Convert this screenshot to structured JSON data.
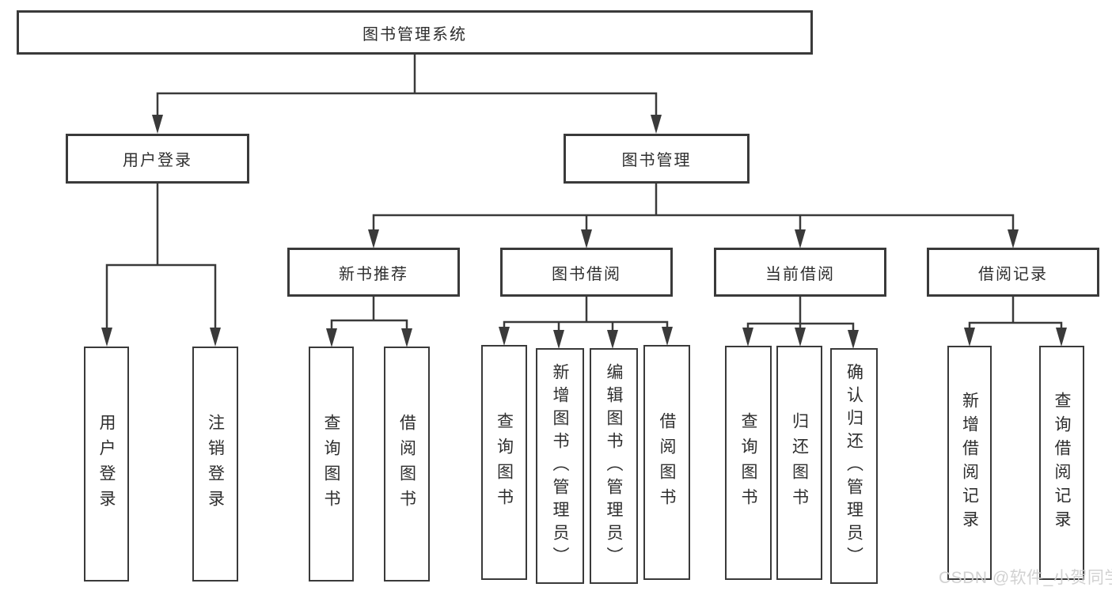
{
  "tree": {
    "root": "图书管理系统",
    "branches": [
      {
        "label": "用户登录",
        "children": [
          {
            "label": "用户登录"
          },
          {
            "label": "注销登录"
          }
        ]
      },
      {
        "label": "图书管理",
        "children": [
          {
            "label": "新书推荐",
            "children": [
              {
                "label": "查询图书"
              },
              {
                "label": "借阅图书"
              }
            ]
          },
          {
            "label": "图书借阅",
            "children": [
              {
                "label": "查询图书"
              },
              {
                "label": "新增图书（管理员）"
              },
              {
                "label": "编辑图书（管理员）"
              },
              {
                "label": "借阅图书"
              }
            ]
          },
          {
            "label": "当前借阅",
            "children": [
              {
                "label": "查询图书"
              },
              {
                "label": "归还图书"
              },
              {
                "label": "确认归还（管理员）"
              }
            ]
          },
          {
            "label": "借阅记录",
            "children": [
              {
                "label": "新增借阅记录"
              },
              {
                "label": "查询借阅记录"
              }
            ]
          }
        ]
      }
    ]
  },
  "watermark": "CSDN @软件_小贺同学",
  "colors": {
    "line": "#3a3a3a",
    "text": "#2e2e2e",
    "watermark": "#cfcfcf",
    "background": "#ffffff"
  }
}
